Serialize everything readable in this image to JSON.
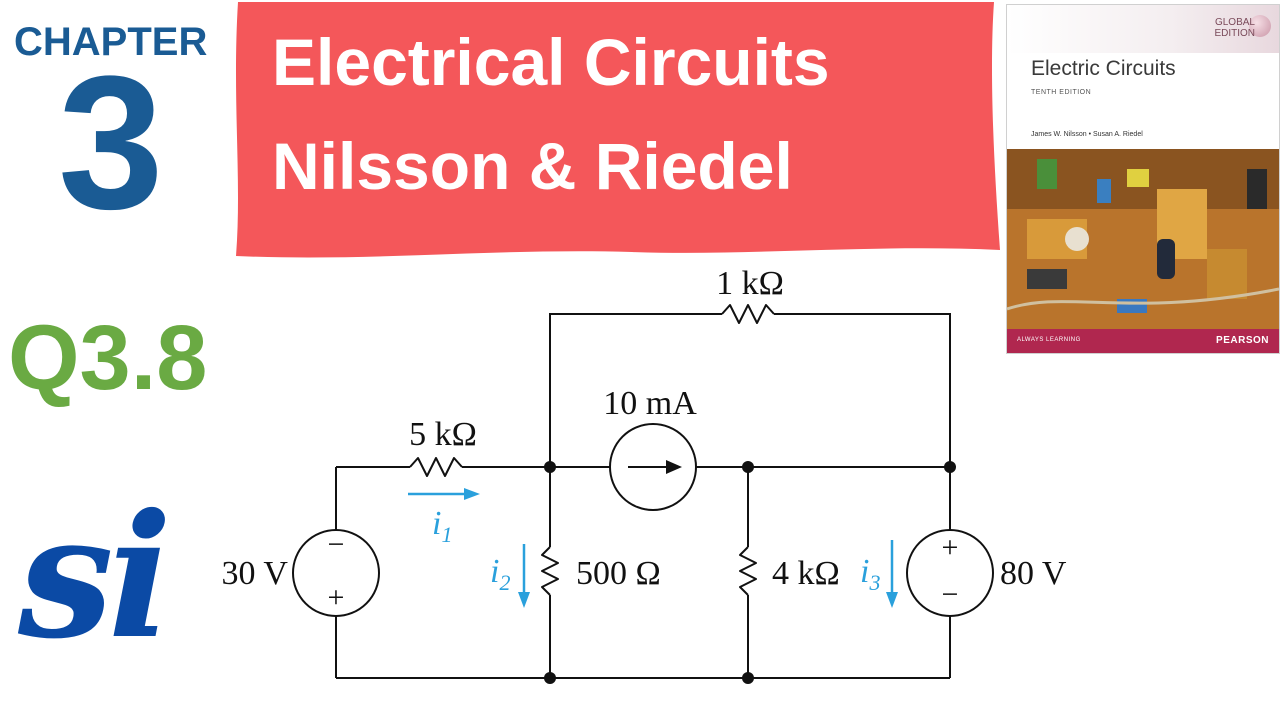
{
  "chapter": {
    "word": "CHAPTER",
    "number": "3"
  },
  "banner": {
    "line1": "Electrical Circuits",
    "line2": "Nilsson & Riedel"
  },
  "question": "Q3.8",
  "logo": "si",
  "book": {
    "edition_tag_line1": "GLOBAL",
    "edition_tag_line2": "EDITION",
    "title": "Electric Circuits",
    "subtitle": "TENTH EDITION",
    "authors": "James W. Nilsson • Susan A. Riedel",
    "footer_left": "ALWAYS LEARNING",
    "footer_right": "PEARSON"
  },
  "circuit": {
    "r_top": "1 kΩ",
    "r_left": "5 kΩ",
    "current_source": "10 mA",
    "r_mid": "500 Ω",
    "r_right": "4 kΩ",
    "v_left": "30 V",
    "v_right": "80 V",
    "current_i1": "i",
    "current_i1_sub": "1",
    "current_i2": "i",
    "current_i2_sub": "2",
    "current_i3": "i",
    "current_i3_sub": "3",
    "plus": "+",
    "minus": "−"
  },
  "colors": {
    "chapter": "#1a5b94",
    "banner": "#f4575a",
    "question": "#6aaa43",
    "logo": "#0b4aa5",
    "current_arrows": "#2aa0dc"
  }
}
